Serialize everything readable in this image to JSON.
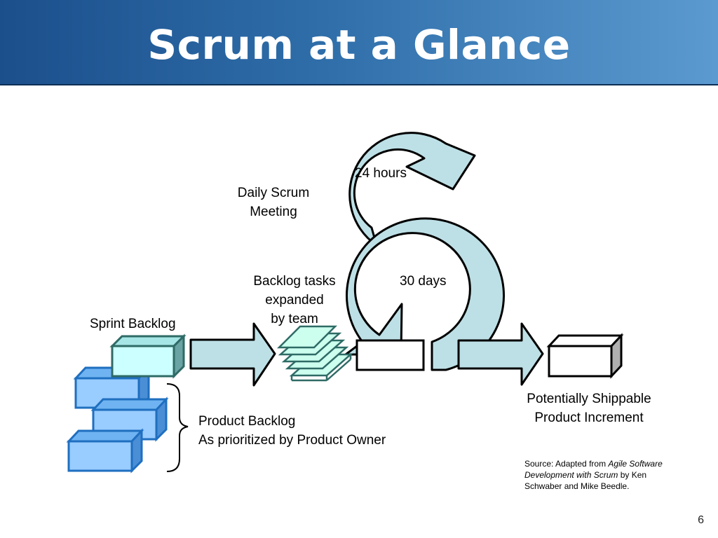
{
  "slide": {
    "title": "Scrum at a Glance",
    "page_number": "6"
  },
  "labels": {
    "hours": "24 hours",
    "daily_scrum_line1": "Daily Scrum",
    "daily_scrum_line2": "Meeting",
    "backlog_tasks_line1": "Backlog tasks",
    "backlog_tasks_line2": "expanded",
    "backlog_tasks_line3": "by team",
    "days": "30 days",
    "sprint_backlog": "Sprint Backlog",
    "product_backlog_line1": "Product Backlog",
    "product_backlog_line2": "As prioritized by Product Owner",
    "increment_line1": "Potentially Shippable",
    "increment_line2": "Product Increment"
  },
  "source": {
    "prefix": "Source: Adapted from ",
    "book_title": "Agile Software Development with Scrum",
    "suffix": " by Ken Schwaber and Mike Beedle."
  },
  "colors": {
    "header_dark": "#1b4f8c",
    "header_light": "#5b9ad0",
    "cycle_fill": "#bde0e6",
    "block_blue": "#99ccff",
    "sprint_block": "#ccffff",
    "task_green": "#ccffee"
  }
}
